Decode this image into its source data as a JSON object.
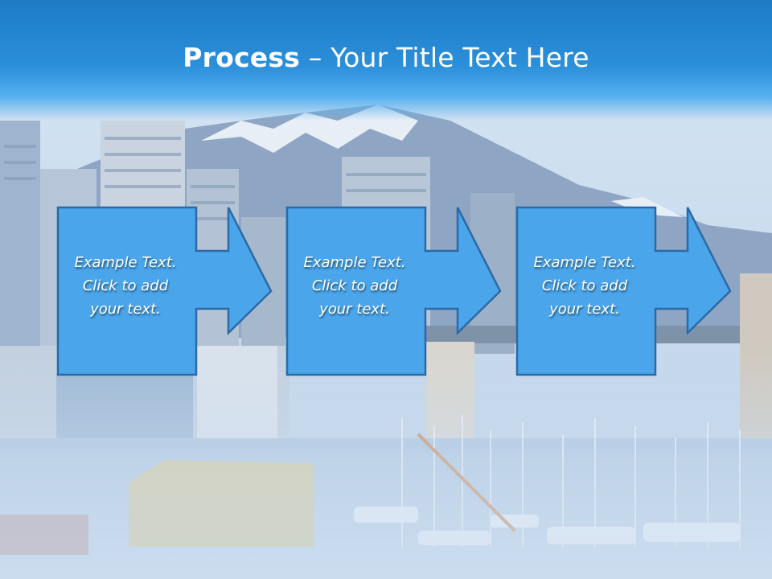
{
  "slide": {
    "title_bold": "Process",
    "title_rest": " – Your Title Text Here"
  },
  "steps": [
    {
      "line1": "Example Text.",
      "line2": "Click  to add",
      "line3": "your text."
    },
    {
      "line1": "Example Text.",
      "line2": "Click  to add",
      "line3": "your text."
    },
    {
      "line1": "Example Text.",
      "line2": "Click  to add",
      "line3": "your text."
    }
  ],
  "colors": {
    "header_blue": "#1d7bc6",
    "box_fill": "#4aa5ea",
    "box_border": "#2b6aa6"
  }
}
